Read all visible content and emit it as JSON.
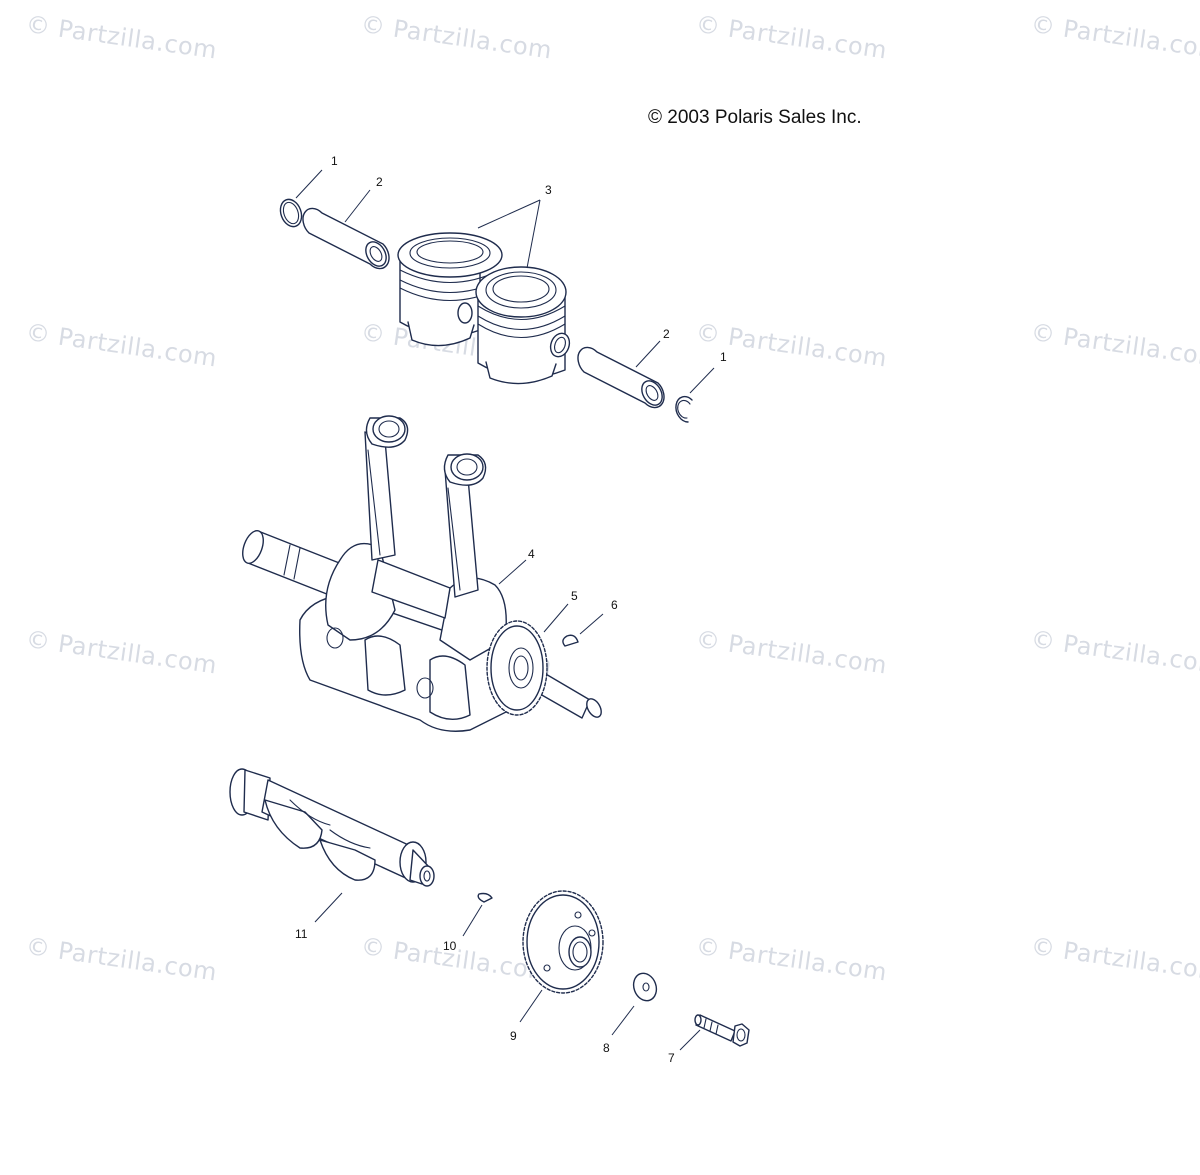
{
  "watermark": {
    "text": "© Partzilla.com",
    "color": "#d7dbe3"
  },
  "copyright": "© 2003 Polaris Sales Inc.",
  "callouts": {
    "c1a": "1",
    "c2a": "2",
    "c3": "3",
    "c2b": "2",
    "c1b": "1",
    "c4": "4",
    "c5": "5",
    "c6": "6",
    "c7": "7",
    "c8": "8",
    "c9": "9",
    "c10": "10",
    "c11": "11"
  },
  "colors": {
    "line": "#1f2c4d",
    "background": "#ffffff"
  }
}
